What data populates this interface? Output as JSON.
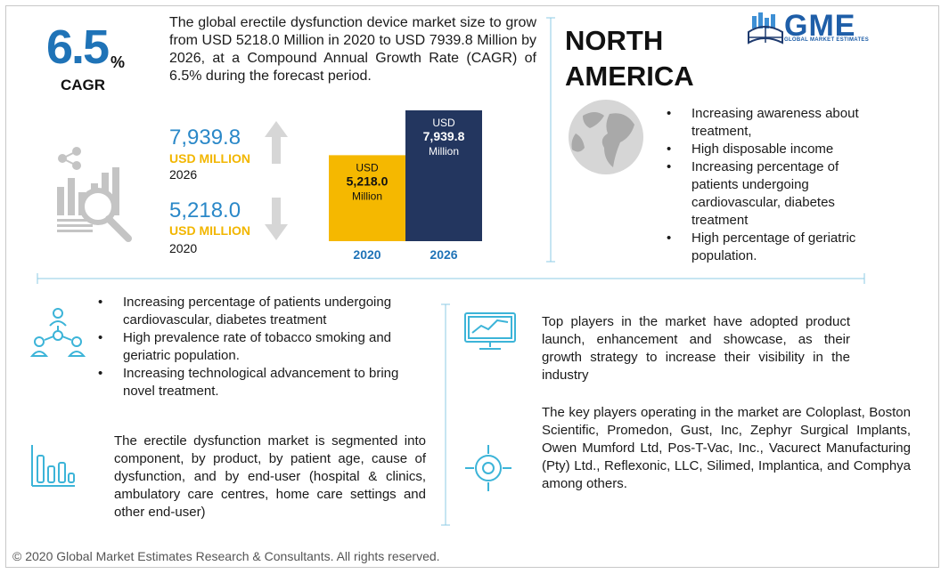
{
  "logo": {
    "text": "GME",
    "subtitle": "GLOBAL MARKET ESTIMATES"
  },
  "cagr": {
    "value": "6.5",
    "percent": "%",
    "label": "CAGR"
  },
  "intro_text": "The global erectile dysfunction device market size to grow from USD 5218.0 Million in 2020 to USD 7939.8 Million by 2026, at a Compound Annual Growth Rate (CAGR) of 6.5% during the forecast period.",
  "figures": {
    "future": {
      "value": "7,939.8",
      "unit": "USD MILLION",
      "year": "2026"
    },
    "current": {
      "value": "5,218.0",
      "unit": "USD MILLION",
      "year": "2020"
    }
  },
  "chart_data": {
    "type": "bar",
    "categories": [
      "2020",
      "2026"
    ],
    "values": [
      5218.0,
      7939.8
    ],
    "bar_labels": [
      {
        "prefix": "USD",
        "value": "5,218.0",
        "suffix": "Million"
      },
      {
        "prefix": "USD",
        "value": "7,939.8",
        "suffix": "Million"
      }
    ],
    "colors": [
      "#f5b800",
      "#23365f"
    ],
    "ylim": [
      0,
      7939.8
    ]
  },
  "region": {
    "title_line1": "NORTH",
    "title_line2": "AMERICA",
    "bullets": [
      "Increasing awareness about treatment,",
      "High disposable income",
      "Increasing percentage of patients undergoing cardiovascular, diabetes treatment",
      "High percentage of geriatric population."
    ]
  },
  "drivers": [
    "Increasing percentage of patients undergoing cardiovascular, diabetes treatment",
    "High prevalence rate of tobacco smoking and geriatric population.",
    "Increasing technological advancement to bring novel treatment."
  ],
  "segmentation_text": "The erectile dysfunction market is segmented into component, by product, by  patient age, cause of dysfunction, and by end-user (hospital & clinics, ambulatory care centres, home care settings and other end-user)",
  "strategy_text": "Top players in the market have adopted product launch, enhancement and showcase, as their growth strategy to increase their visibility in the industry",
  "players_text": "The key players operating in the market are Coloplast, Boston Scientific, Promedon, Gust, Inc, Zephyr Surgical Implants, Owen Mumford Ltd, Pos-T-Vac, Inc., Vacurect Manufacturing (Pty) Ltd., Reflexonic, LLC, Silimed, Implantica, and Comphya among others.",
  "footer": "© 2020 Global Market Estimates Research & Consultants. All rights reserved.",
  "colors": {
    "accent_blue": "#2a88c8",
    "gold": "#f2b600",
    "navy": "#23365f",
    "divider": "#8ccbe6",
    "icon_gray": "#bdbdbd",
    "icon_cyan": "#3cb4d8"
  }
}
